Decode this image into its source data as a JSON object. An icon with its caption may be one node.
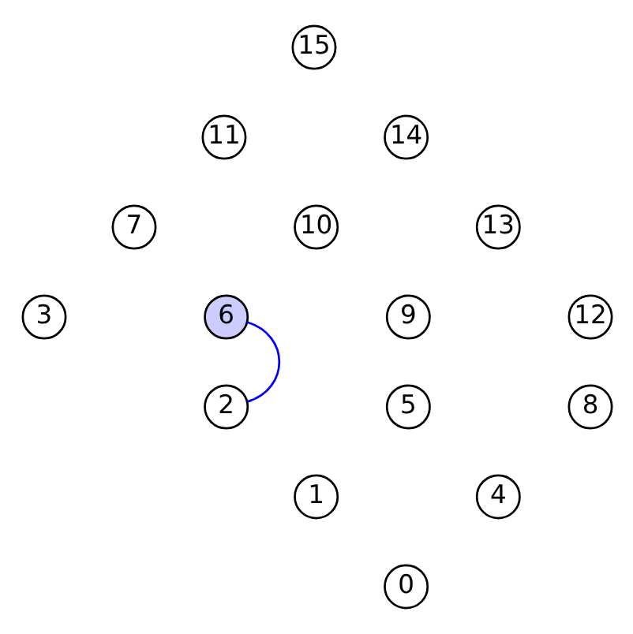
{
  "diagram": {
    "nodes": [
      {
        "text": [
          "0"
        ]
      },
      {
        "text": [
          "1"
        ]
      },
      {
        "text": [
          "2"
        ]
      },
      {
        "text": [
          "3"
        ]
      },
      {
        "text": [
          "4"
        ]
      },
      {
        "text": [
          "5"
        ]
      },
      {
        "text": [
          "6"
        ]
      },
      {
        "text": [
          "7"
        ]
      },
      {
        "text": [
          "8"
        ]
      },
      {
        "text": [
          "9"
        ]
      },
      {
        "text": [
          "10"
        ]
      },
      {
        "text": [
          "11"
        ]
      },
      {
        "text": [
          "12"
        ]
      },
      {
        "text": [
          "13"
        ]
      },
      {
        "text": [
          "14"
        ]
      },
      {
        "text": [
          "15"
        ]
      }
    ],
    "edges": [
      {
        "from": 2,
        "to": 6,
        "arrow": "none",
        "color": "#0000ff"
      }
    ]
  }
}
